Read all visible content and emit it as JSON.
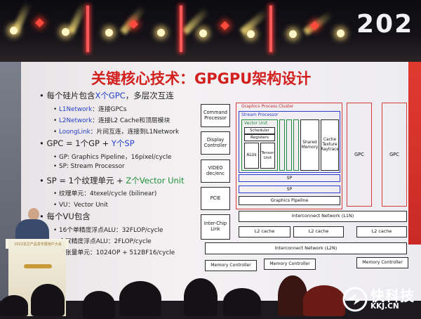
{
  "stage": {
    "year_text": "202"
  },
  "slide": {
    "title": "关键核心技术：GPGPU架构设计",
    "bullets": [
      {
        "id": "b1",
        "prefix": "每个硅片包含",
        "highlight": "X个GPC",
        "suffix": "，多层次互连"
      },
      {
        "id": "b1a",
        "highlight": "L1Network",
        "suffix": "：连接GPCs"
      },
      {
        "id": "b1b",
        "highlight": "L2Network",
        "suffix": "：连接L2 Cache和顶层模块"
      },
      {
        "id": "b1c",
        "highlight": "LoongLink",
        "suffix": "：片间互连，连接到L1Network"
      },
      {
        "id": "b2",
        "prefix": "GPC = 1个GP + ",
        "highlight": "Y个SP"
      },
      {
        "id": "b2a",
        "text": "GP: Graphics Pipeline，16pixel/cycle"
      },
      {
        "id": "b2b",
        "text": "SP: Stream Processor"
      },
      {
        "id": "b3",
        "prefix": "SP = 1个纹理单元 + ",
        "highlight": "Z个Vector Unit"
      },
      {
        "id": "b3a",
        "text": "纹理单元：4texel/cycle (bilinear)"
      },
      {
        "id": "b3b",
        "text": "VU：Vector Unit"
      },
      {
        "id": "b4",
        "text": "每个VU包含"
      },
      {
        "id": "b4a",
        "text": "16个单精度浮点ALU：32FLOP/cycle"
      },
      {
        "id": "b4b",
        "text": "个双精度浮点ALU：2FLOP/cycle"
      },
      {
        "id": "b4c",
        "text": "个张量单元：1024OP + 512BF16/cycle"
      }
    ],
    "diagram": {
      "left_blocks": [
        "Command Processor",
        "Display Controller",
        "VIDEO dec/enc",
        "PCIE",
        "Inter-Chip Link"
      ],
      "gpc_cluster_label": "Graphics Process Cluster",
      "stream_processor_label": "Stream Processor",
      "vector_unit_label": "Vector Unit",
      "scheduler_label": "Scheduler",
      "registers_label": "Registers",
      "alus_label": "ALUs",
      "tensor_label": "Tensor Unit",
      "shared_memory_label": "Shared Memory",
      "cache_label": "Cache Texture Raytrace",
      "sp_labels": [
        "SP",
        "SP"
      ],
      "graphics_pipeline_label": "Graphics Pipeline",
      "gpc_labels": [
        "GPC",
        "GPC"
      ],
      "l1n_label": "Interconnect Network (L1N)",
      "l2_cache_labels": [
        "L2 cache",
        "L2 cache",
        "L2 cache"
      ],
      "l2n_label": "Interconnect Network (L2N)",
      "memory_controller_labels": [
        "Memory Controller",
        "Memory Controller",
        "Memory Controller"
      ]
    }
  },
  "podium": {
    "text": "2023龙芯产品发布暨用户大会"
  },
  "watermark": {
    "title": "快科技",
    "url": "KKJ.CN"
  }
}
